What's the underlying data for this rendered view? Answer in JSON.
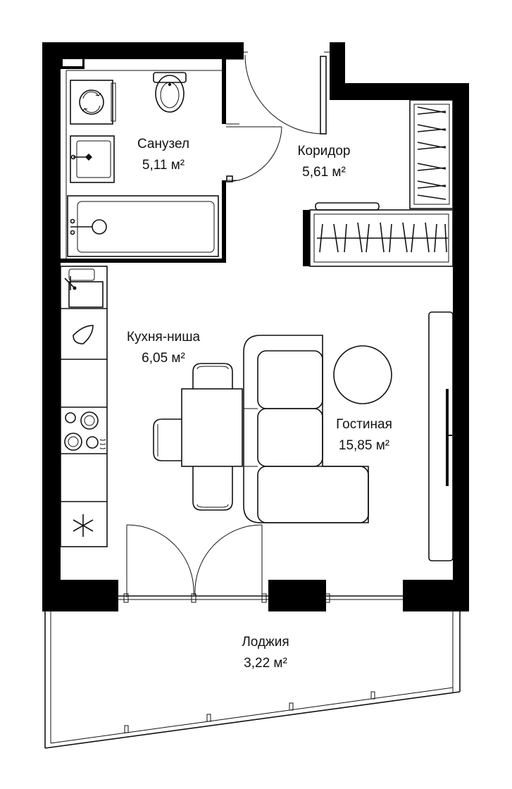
{
  "colors": {
    "wall": "#000000",
    "line": "#111111",
    "background": "#ffffff"
  },
  "rooms": {
    "bathroom": {
      "name": "Санузел",
      "area": "5,11 м²"
    },
    "corridor": {
      "name": "Коридор",
      "area": "5,61 м²"
    },
    "kitchen": {
      "name": "Кухня-ниша",
      "area": "6,05 м²"
    },
    "living": {
      "name": "Гостиная",
      "area": "15,85 м²"
    },
    "loggia": {
      "name": "Лоджия",
      "area": "3,22 м²"
    }
  }
}
